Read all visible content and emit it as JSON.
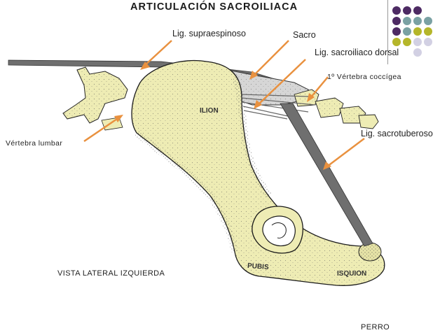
{
  "title": "ARTICULACIÓN SACROILIACA",
  "labels": {
    "supraespinoso": "Lig. supraespinoso",
    "sacro": "Sacro",
    "sacroiliaco_dorsal": "Lig. sacroiliaco dorsal",
    "vertebra_coccigea": "1º Vértebra coccígea",
    "ilion": "ILION",
    "sacrotuberoso": "Lig. sacrotuberoso",
    "vertebra_lumbar": "Vértebra lumbar",
    "pubis": "PUBIS",
    "isquion": "ISQUION",
    "vista": "VISTA LATERAL IZQUIERDA",
    "perro": "PERRO"
  },
  "colors": {
    "bone": "#eeecb4",
    "bone_edge": "#222222",
    "arrow": "#e9913f",
    "ligament": "#6f6f6f",
    "sacrum": "#d6d6d6",
    "dot_purple": "#4d2a63",
    "dot_olive": "#b5b62a",
    "dot_teal": "#7aa1a3",
    "dot_lavender": "#d2d0e3"
  },
  "dot_grid": [
    [
      "purple",
      "purple",
      "purple",
      ""
    ],
    [
      "purple",
      "teal",
      "teal",
      "teal"
    ],
    [
      "purple",
      "teal",
      "olive",
      "olive"
    ],
    [
      "olive",
      "olive",
      "lavender",
      "lavender"
    ],
    [
      "",
      "",
      "lavender",
      ""
    ]
  ]
}
